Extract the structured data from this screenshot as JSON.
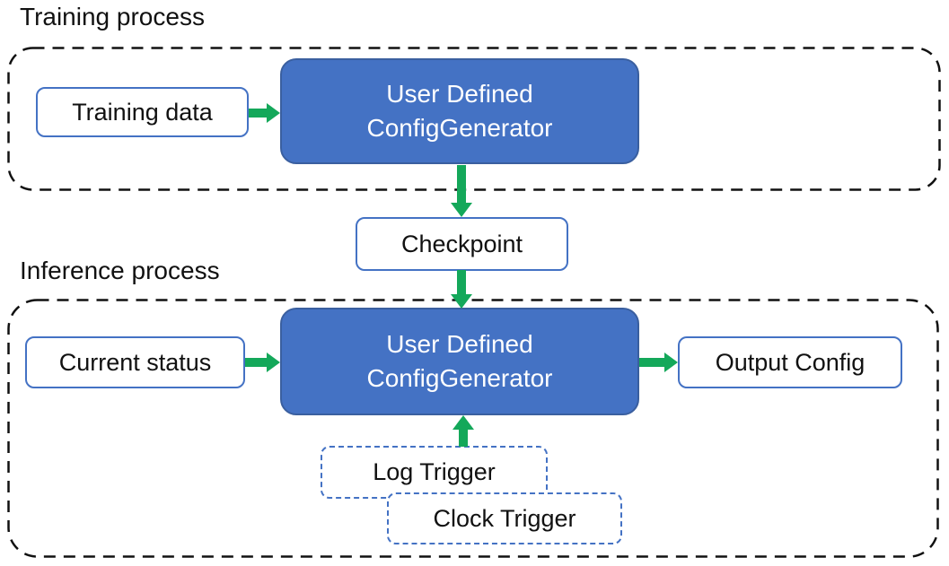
{
  "colors": {
    "box_blue": "#4472C4",
    "box_blue_border": "#3A5F9F",
    "outline_blue": "#4472C4",
    "trigger_dash_blue": "#4472C4",
    "arrow_green": "#14A85A",
    "container_dash": "#111111",
    "text_dark": "#111111",
    "text_white": "#FFFFFF"
  },
  "training": {
    "label": "Training process",
    "input_box": "Training data",
    "generator": {
      "line1": "User Defined",
      "line2": "ConfigGenerator"
    }
  },
  "checkpoint": {
    "label": "Checkpoint"
  },
  "inference": {
    "label": "Inference process",
    "input_box": "Current status",
    "generator": {
      "line1": "User Defined",
      "line2": "ConfigGenerator"
    },
    "output_box": "Output Config",
    "triggers": {
      "log": "Log Trigger",
      "clock": "Clock Trigger"
    }
  }
}
